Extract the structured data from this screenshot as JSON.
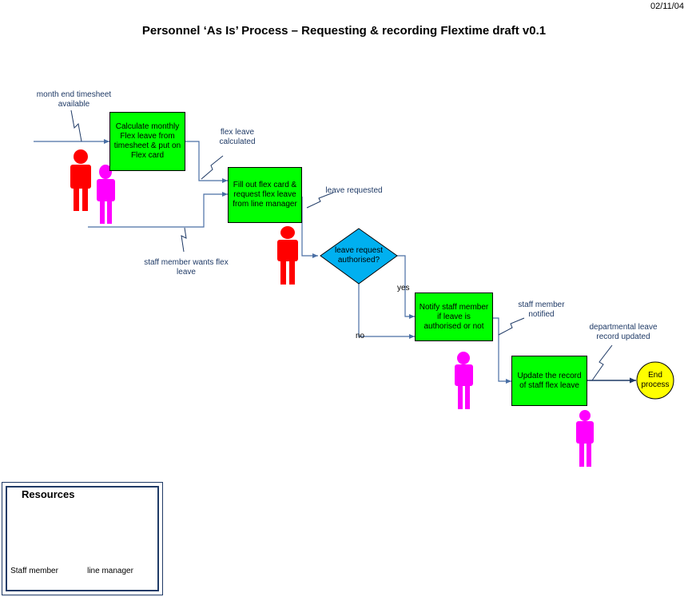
{
  "header": {
    "date": "02/11/04",
    "title": "Personnel ‘As Is’ Process – Requesting & recording Flextime draft v0.1"
  },
  "processes": [
    {
      "id": "calc",
      "text": "Calculate monthly Flex leave from timesheet & put on Flex card"
    },
    {
      "id": "fill",
      "text": "Fill out flex card & request flex leave from line manager"
    },
    {
      "id": "notify",
      "text": "Notify staff member if leave is authorised or not"
    },
    {
      "id": "update",
      "text": "Update the record of staff flex leave"
    }
  ],
  "decision": {
    "text": "leave request authorised?"
  },
  "end": {
    "text": "End process"
  },
  "labels": {
    "month_end": "month end timesheet available",
    "flex_calc": "flex leave calculated",
    "leave_requested": "leave requested",
    "staff_wants": "staff member wants flex leave",
    "yes": "yes",
    "no": "no",
    "staff_notified": "staff member notified",
    "dept_updated": "departmental leave record updated"
  },
  "resources": {
    "title": "Resources",
    "staff": "Staff member",
    "manager": "line manager"
  },
  "colors": {
    "staff": "#ff0000",
    "manager": "#ff00ff",
    "process": "#00ff00",
    "decision": "#00b0f0",
    "end": "#ffff00",
    "line": "#4a6fa5",
    "label": "#1f3a66"
  },
  "icons": {
    "staff": "person-icon",
    "manager": "person-icon"
  }
}
